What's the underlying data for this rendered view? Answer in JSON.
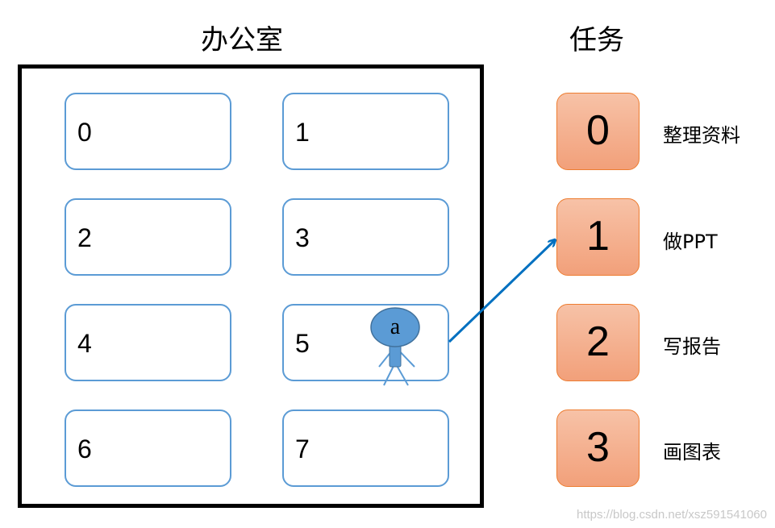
{
  "office": {
    "title": "办公室",
    "desks": [
      "0",
      "1",
      "2",
      "3",
      "4",
      "5",
      "6",
      "7"
    ]
  },
  "tasks": {
    "title": "任务",
    "items": [
      {
        "number": "0",
        "label": "整理资料"
      },
      {
        "number": "1",
        "label": "做PPT"
      },
      {
        "number": "2",
        "label": "写报告"
      },
      {
        "number": "3",
        "label": "画图表"
      }
    ]
  },
  "person": {
    "label": "a"
  },
  "colors": {
    "desk_border": "#5b9bd5",
    "task_fill": "#f4b183",
    "task_border": "#ed7d31",
    "arrow": "#0070c0",
    "person": "#5b9bd5"
  },
  "watermark": "https://blog.csdn.net/xsz591541060"
}
